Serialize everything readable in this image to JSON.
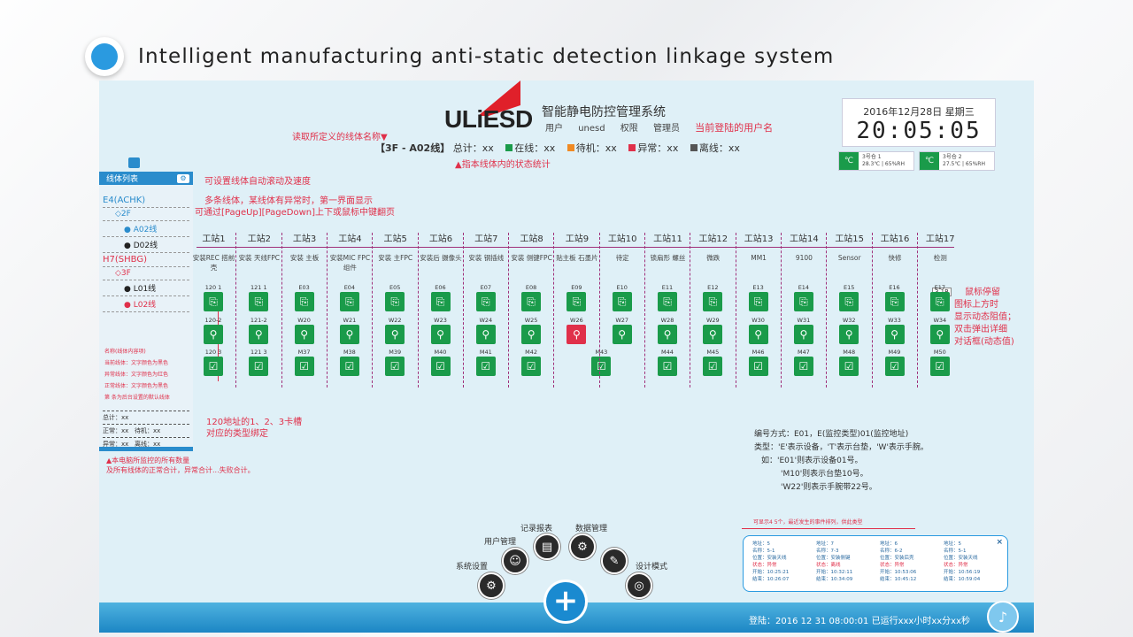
{
  "slide_title": "Intelligent manufacturing anti-static detection linkage system",
  "logo_text": "ULiESD",
  "system_title": "智能静电防控管理系统",
  "user": {
    "label": "用户",
    "name": "unesd",
    "perm": "权限",
    "role": "管理员",
    "note": "当前登陆的用户名"
  },
  "clock": {
    "date": "2016年12月28日 星期三",
    "time": "20:05:05"
  },
  "env": [
    {
      "name": "3号仓 1",
      "reading": "28.3℃ | 65%RH"
    },
    {
      "name": "3号仓 2",
      "reading": "27.5℃ | 65%RH"
    }
  ],
  "line_note": "读取所定义的线体名称▼",
  "stats": {
    "line": "【3F - A02线】",
    "total": "总计：xx",
    "online": "在线：xx",
    "standby": "待机：xx",
    "abnormal": "异常：xx",
    "offline": "离线：xx",
    "note": "▲指本线体内的状态统计"
  },
  "colors": {
    "online": "#1a9b4a",
    "standby": "#f08a24",
    "abnormal": "#e0304a",
    "offline": "#555555"
  },
  "sidebar": {
    "title": "线体列表",
    "items": [
      "E4(ACHK)",
      "◇2F",
      "● A02线",
      "● D02线",
      "H7(SHBG)",
      "◇3F",
      "● L01线",
      "● L02线"
    ],
    "legend": [
      "名称(线体内容项)",
      "当前线体：文字颜色为黑色",
      "异常线体：文字颜色为红色",
      "正常线体：文字颜色为黑色",
      "第 条为后台设置的默认线体"
    ],
    "total": "总计：xx",
    "normal": "正常：xx",
    "standby": "待机：xx",
    "abnormal": "异常：xx",
    "offline": "离线：xx"
  },
  "sidebar_note": "▲本电脑所监控的所有数量\n及所有线体的正常合计，异常合计...失败合计。",
  "notes": {
    "scroll": "可设置线体自动滚动及速度",
    "multi1": "多条线体，某线体有异常时，第一界面显示",
    "multi2": "可通过[PageUp][PageDown]上下或鼠标中键翻页",
    "slot1": "120地址的1、2、3卡槽",
    "slot2": "对应的类型绑定",
    "hover1": "鼠标停留",
    "hover2": "图标上方时",
    "hover3": "显示动态阻值；",
    "hover4": "双击弹出详细",
    "hover5": "对话框(动态值)",
    "tip": "3.1R"
  },
  "stations": [
    {
      "name": "工站1",
      "desc": "安装REC 搭前壳",
      "devs": [
        "120 1",
        "120-2",
        "120 3"
      ]
    },
    {
      "name": "工站2",
      "desc": "安装 天线FPC",
      "devs": [
        "121 1",
        "121-2",
        "121 3"
      ]
    },
    {
      "name": "工站3",
      "desc": "安装 主板",
      "devs": [
        "E03",
        "W20",
        "M37"
      ]
    },
    {
      "name": "工站4",
      "desc": "安装MIC FPC组件",
      "devs": [
        "E04",
        "W21",
        "M38"
      ]
    },
    {
      "name": "工站5",
      "desc": "安装 主FPC",
      "devs": [
        "E05",
        "W22",
        "M39"
      ]
    },
    {
      "name": "工站6",
      "desc": "安装后 摄像头",
      "devs": [
        "E06",
        "W23",
        "M40"
      ]
    },
    {
      "name": "工站7",
      "desc": "安装 钢插线",
      "devs": [
        "E07",
        "W24",
        "M41"
      ]
    },
    {
      "name": "工站8",
      "desc": "安装 侧键FPC",
      "devs": [
        "E08",
        "W25",
        "M42"
      ]
    },
    {
      "name": "工站9",
      "desc": "贴主板 石墨片",
      "devs": [
        "E09",
        "W26",
        "M43"
      ]
    },
    {
      "name": "工站10",
      "desc": "待定",
      "devs": [
        "E10",
        "W27",
        ""
      ]
    },
    {
      "name": "工站11",
      "desc": "锁扇形 螺丝",
      "devs": [
        "E11",
        "W28",
        "M44"
      ]
    },
    {
      "name": "工站12",
      "desc": "微跌",
      "devs": [
        "E12",
        "W29",
        "M45"
      ]
    },
    {
      "name": "工站13",
      "desc": "MM1",
      "devs": [
        "E13",
        "W30",
        "M46"
      ]
    },
    {
      "name": "工站14",
      "desc": "9100",
      "devs": [
        "E14",
        "W31",
        "M47"
      ]
    },
    {
      "name": "工站15",
      "desc": "Sensor",
      "devs": [
        "E15",
        "W32",
        "M48"
      ]
    },
    {
      "name": "工站16",
      "desc": "快修",
      "devs": [
        "E16",
        "W33",
        "M49"
      ]
    },
    {
      "name": "工站17",
      "desc": "检测",
      "devs": [
        "E17",
        "W34",
        "M50"
      ]
    }
  ],
  "code_legend": [
    "编号方式：E01，E(监控类型)01(监控地址)",
    "类型：'E'表示设备，'T'表示台垫，'W'表示手腕。",
    "如：'E01'则表示设备01号。",
    "'M10'则表示台垫10号。",
    "'W22'则表示手腕带22号。"
  ],
  "dock": {
    "record": "记录报表",
    "data": "数据管理",
    "user": "用户管理",
    "design": "设计模式",
    "settings": "系统设置"
  },
  "events_note": "可显示4 5个，最近发生的事件排列，供此类型",
  "events": [
    {
      "addr": "地址：5",
      "name": "名称：5-1",
      "pos": "位置：安装天线",
      "state": "状态：异常",
      "start": "开始：10:25:21",
      "end": "结束：10:26:07"
    },
    {
      "addr": "地址：7",
      "name": "名称：7-3",
      "pos": "位置：安装侧键",
      "state": "状态：离线",
      "start": "开始：10:32:11",
      "end": "结束：10:34:09"
    },
    {
      "addr": "地址：6",
      "name": "名称：6-2",
      "pos": "位置：安装后壳",
      "state": "状态：异常",
      "start": "开始：10:53:06",
      "end": "结束：10:45:12"
    },
    {
      "addr": "地址：5",
      "name": "名称：5-1",
      "pos": "位置：安装天线",
      "state": "状态：异常",
      "start": "开始：10:56:19",
      "end": "结束：10:59:04"
    }
  ],
  "footer": "登陆：2016 12 31  08:00:01 已运行xxx小时xx分xx秒"
}
